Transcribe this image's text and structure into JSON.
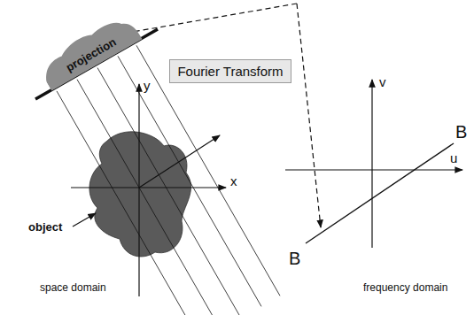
{
  "diagram": {
    "nodes": [
      {
        "text": [
          "projection"
        ]
      },
      {
        "text": [
          "Fourier Transform"
        ]
      }
    ],
    "labels": [
      "y",
      "x",
      "object",
      "space domain",
      "v",
      "u",
      "B",
      "B",
      "frequency domain"
    ]
  }
}
